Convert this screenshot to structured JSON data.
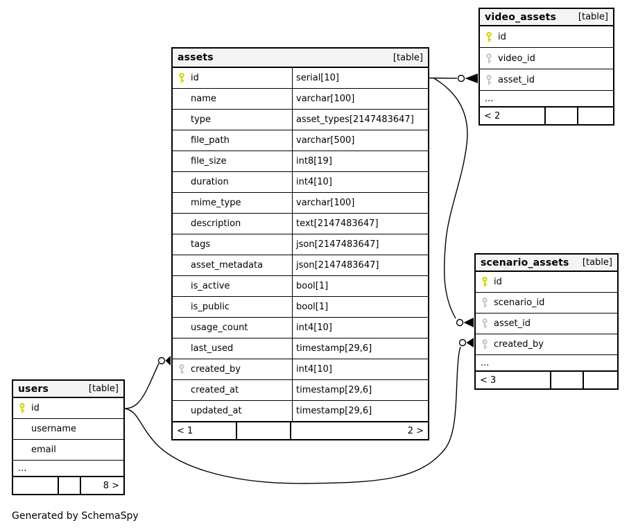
{
  "credit": "Generated by SchemaSpy",
  "colors": {
    "pk_key": "#d6d600",
    "fk_key": "#c6c6c6",
    "header_bg": "#f4f4f4",
    "border": "#000000",
    "row_bg": "#ffffff"
  },
  "tables": [
    {
      "id": "assets",
      "name": "assets",
      "tag": "[table]",
      "two_col": true,
      "columns": [
        {
          "key": "pk",
          "name": "id",
          "type": "serial[10]"
        },
        {
          "key": null,
          "name": "name",
          "type": "varchar[100]"
        },
        {
          "key": null,
          "name": "type",
          "type": "asset_types[2147483647]"
        },
        {
          "key": null,
          "name": "file_path",
          "type": "varchar[500]"
        },
        {
          "key": null,
          "name": "file_size",
          "type": "int8[19]"
        },
        {
          "key": null,
          "name": "duration",
          "type": "int4[10]"
        },
        {
          "key": null,
          "name": "mime_type",
          "type": "varchar[100]"
        },
        {
          "key": null,
          "name": "description",
          "type": "text[2147483647]"
        },
        {
          "key": null,
          "name": "tags",
          "type": "json[2147483647]"
        },
        {
          "key": null,
          "name": "asset_metadata",
          "type": "json[2147483647]"
        },
        {
          "key": null,
          "name": "is_active",
          "type": "bool[1]"
        },
        {
          "key": null,
          "name": "is_public",
          "type": "bool[1]"
        },
        {
          "key": null,
          "name": "usage_count",
          "type": "int4[10]"
        },
        {
          "key": null,
          "name": "last_used",
          "type": "timestamp[29,6]"
        },
        {
          "key": "fk",
          "name": "created_by",
          "type": "int4[10]"
        },
        {
          "key": null,
          "name": "created_at",
          "type": "timestamp[29,6]"
        },
        {
          "key": null,
          "name": "updated_at",
          "type": "timestamp[29,6]"
        }
      ],
      "ellipsis": null,
      "footer": [
        "< 1",
        "",
        "2 >"
      ]
    },
    {
      "id": "video_assets",
      "name": "video_assets",
      "tag": "[table]",
      "two_col": false,
      "columns": [
        {
          "key": "pk",
          "name": "id"
        },
        {
          "key": "fk",
          "name": "video_id"
        },
        {
          "key": "fk",
          "name": "asset_id"
        }
      ],
      "ellipsis": "...",
      "footer": [
        "< 2",
        "",
        ""
      ]
    },
    {
      "id": "scenario_assets",
      "name": "scenario_assets",
      "tag": "[table]",
      "two_col": false,
      "columns": [
        {
          "key": "pk",
          "name": "id"
        },
        {
          "key": "fk",
          "name": "scenario_id"
        },
        {
          "key": "fk",
          "name": "asset_id"
        },
        {
          "key": "fk",
          "name": "created_by"
        }
      ],
      "ellipsis": "...",
      "footer": [
        "< 3",
        "",
        ""
      ]
    },
    {
      "id": "users",
      "name": "users",
      "tag": "[table]",
      "two_col": false,
      "columns": [
        {
          "key": "pk",
          "name": "id"
        },
        {
          "key": null,
          "name": "username"
        },
        {
          "key": null,
          "name": "email"
        }
      ],
      "ellipsis": "...",
      "footer": [
        "",
        "",
        "8 >"
      ]
    }
  ],
  "relationships": [
    {
      "from": "assets.id",
      "to": "video_assets.asset_id"
    },
    {
      "from": "assets.id",
      "to": "scenario_assets.asset_id"
    },
    {
      "from": "users.id",
      "to": "assets.created_by"
    },
    {
      "from": "users.id",
      "to": "scenario_assets.created_by"
    }
  ]
}
